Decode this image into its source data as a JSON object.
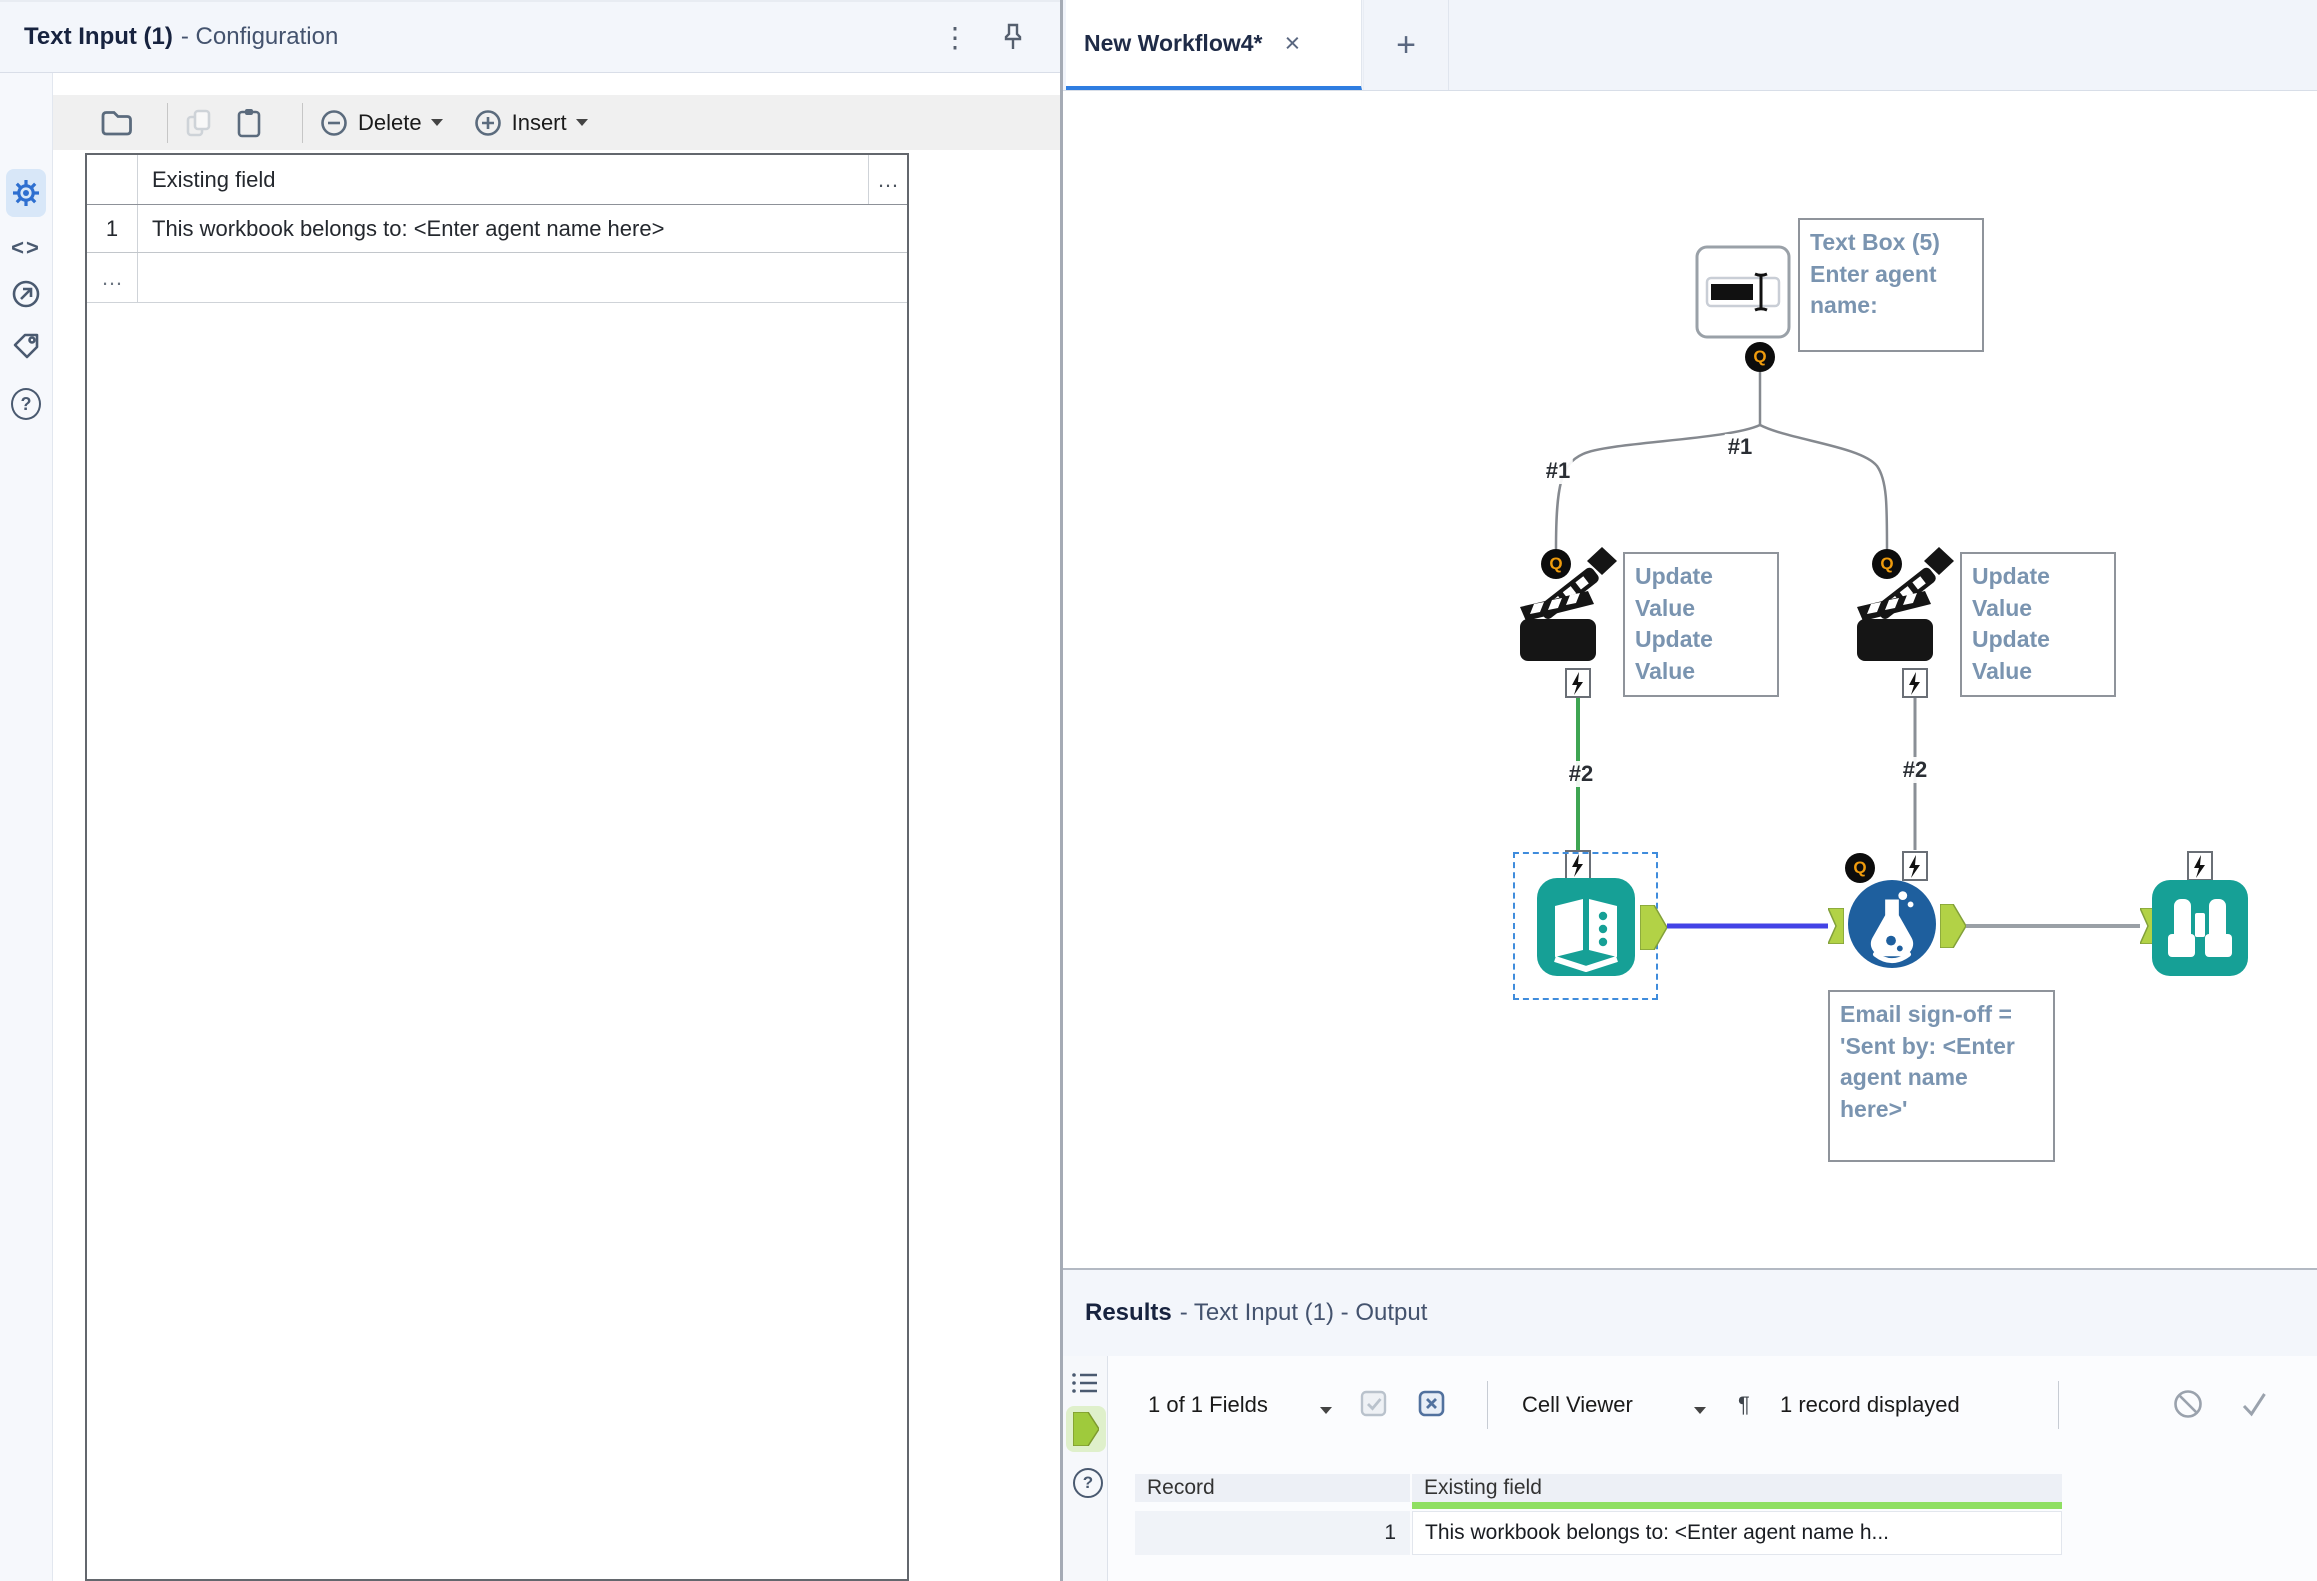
{
  "config_panel": {
    "title": "Text Input (1)",
    "subtitle": "- Configuration",
    "toolbar": {
      "delete_label": "Delete",
      "insert_label": "Insert"
    },
    "grid": {
      "field_header": "Existing field",
      "header_more": "…",
      "rows": [
        {
          "num": "1",
          "value": "This workbook belongs to: <Enter agent name here>"
        }
      ],
      "new_row_marker": "…"
    }
  },
  "canvas": {
    "tab_label": "New Workflow4*",
    "connection_labels": {
      "top_center": "#1",
      "top_left": "#1",
      "bottom_left": "#2",
      "bottom_right": "#2"
    },
    "annotations": {
      "text_box": "Text Box (5)\nEnter agent name:",
      "action_left": "Update Value\nUpdate Value",
      "action_right": "Update Value\nUpdate Value",
      "formula": "Email sign-off =\n'Sent by: <Enter\nagent name\nhere>'"
    }
  },
  "results_panel": {
    "title": "Results",
    "subtitle": "- Text Input (1) - Output",
    "toolbar": {
      "fields": "1 of 1 Fields",
      "cell_viewer": "Cell Viewer",
      "records": "1 record displayed"
    },
    "table": {
      "col_record": "Record",
      "col_field": "Existing field",
      "rows": [
        {
          "record": "1",
          "value": "This workbook belongs to: <Enter agent name h..."
        }
      ]
    }
  },
  "icons": {
    "q_anchor": "Q",
    "kebab": "⋮",
    "help": "?",
    "code": "<>",
    "plus_tab": "+",
    "close_tab": "×",
    "more": "…",
    "pilcrow": "¶"
  },
  "colors": {
    "tool_teal": "#16a096",
    "formula_blue": "#1e5f9e",
    "anchor_green": "#b2d246",
    "connection_blue": "#4343e6",
    "connection_green": "#3ea552",
    "selection_blue": "#3f8cdc",
    "annotation_text": "#7a94b0",
    "string_type_green": "#8fdf62",
    "active_tab_underline": "#2e7de1"
  }
}
